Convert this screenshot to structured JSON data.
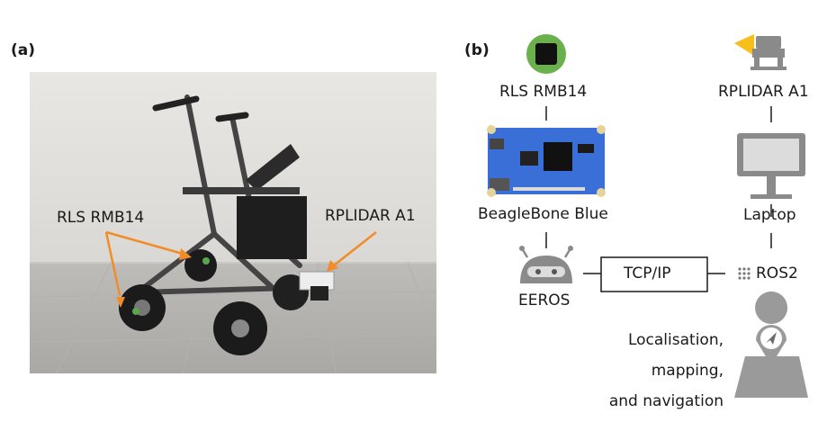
{
  "panel_a": {
    "label": "(a)",
    "annotations": {
      "encoder": "RLS RMB14",
      "lidar": "RPLIDAR A1"
    },
    "colors": {
      "arrow": "#f28c28"
    }
  },
  "panel_b": {
    "label": "(b)",
    "nodes": {
      "encoder": "RLS RMB14",
      "lidar": "RPLIDAR A1",
      "board": "BeagleBone Blue",
      "laptop": "Laptop",
      "eeros": "EEROS",
      "tcpip": "TCP/IP",
      "ros2": "ROS2",
      "task_line1": "Localisation,",
      "task_line2": "mapping,",
      "task_line3": "and navigation"
    },
    "icons": [
      "encoder-chip-icon",
      "lidar-icon",
      "beaglebone-board-icon",
      "monitor-icon",
      "robot-head-icon",
      "ros-dots-icon",
      "map-pin-icon"
    ],
    "colors": {
      "chip_ring": "#6ab04c",
      "board": "#3a6fd8",
      "lidar_cone": "#f5b800",
      "icon_gray": "#8a8a8a"
    }
  }
}
